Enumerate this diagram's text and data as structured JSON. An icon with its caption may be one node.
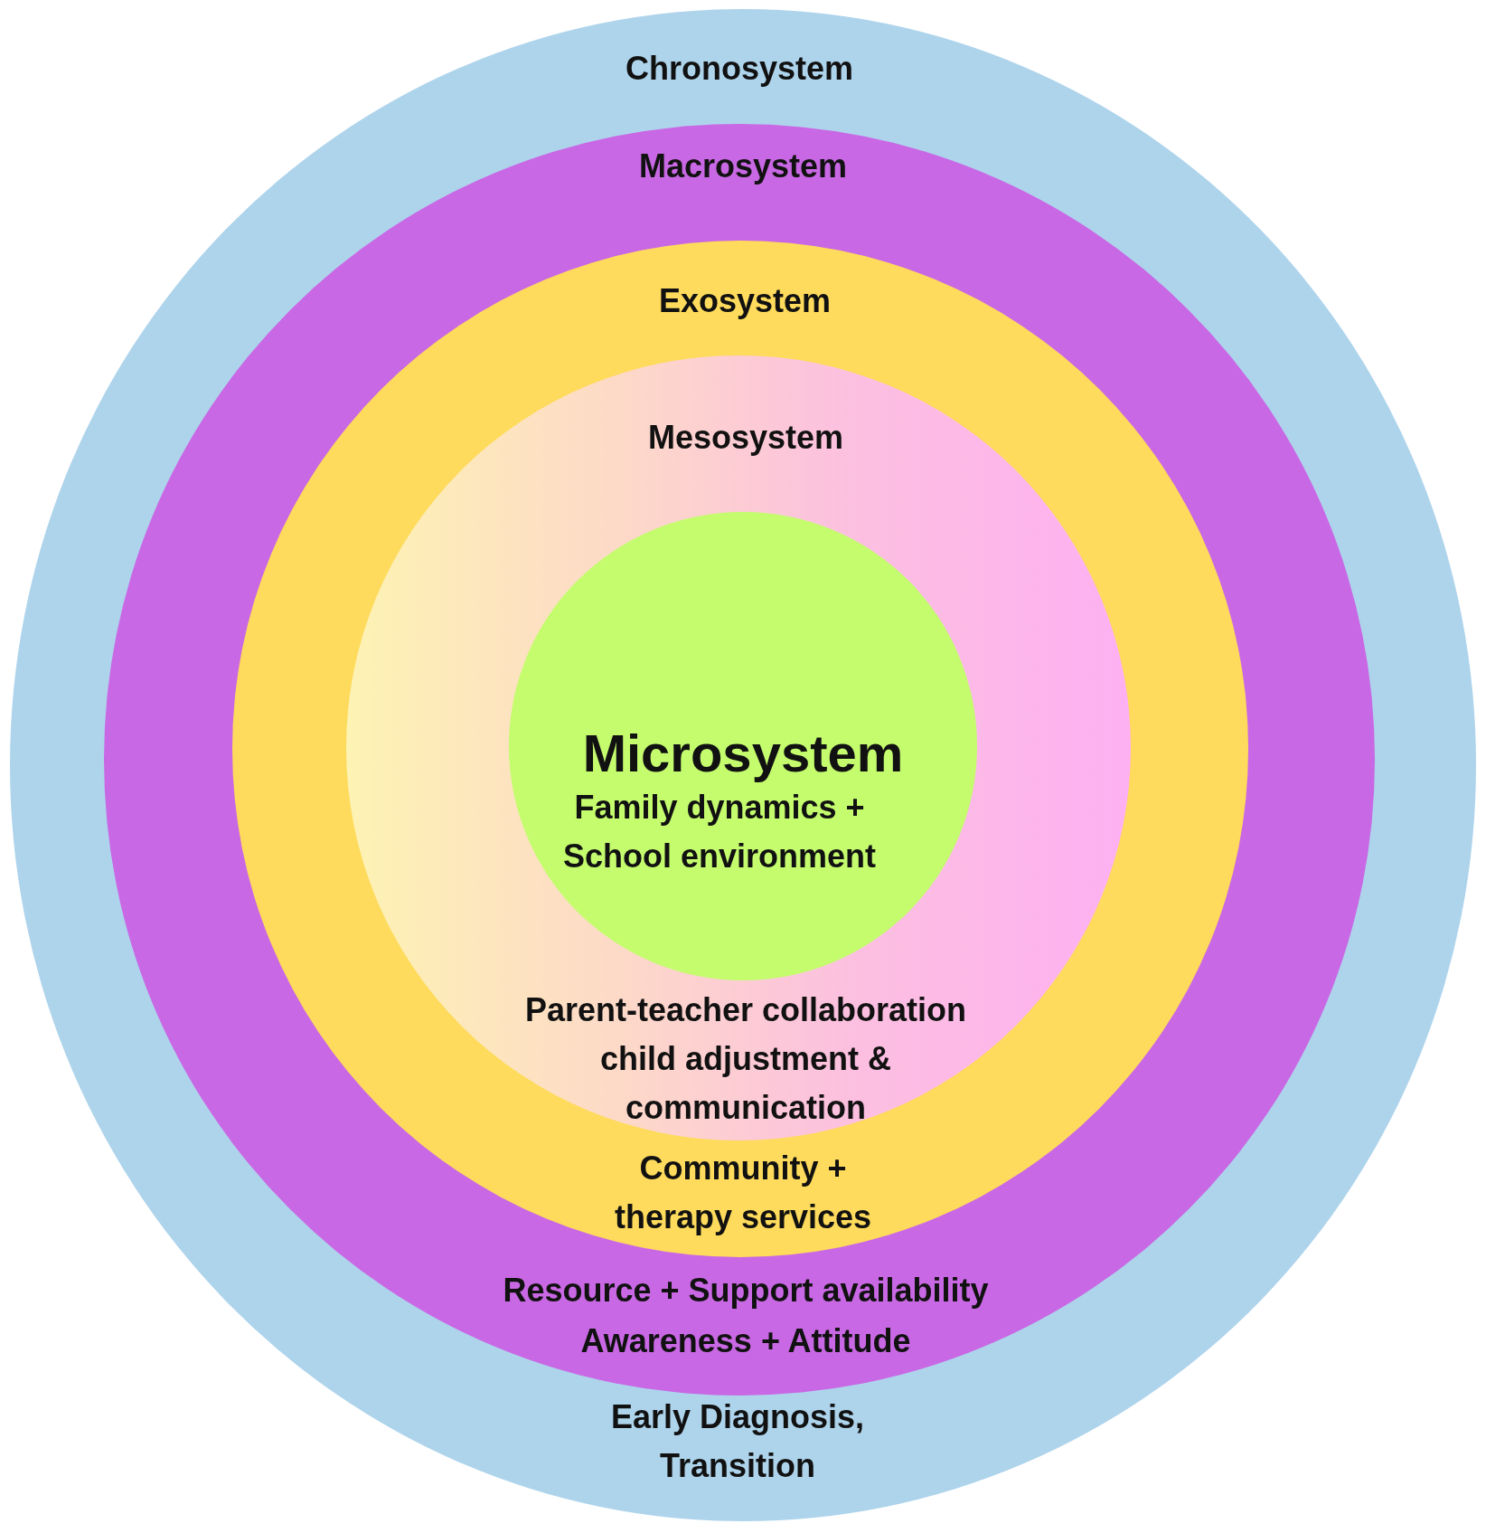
{
  "diagram": {
    "nodes": [
      {
        "text": [
          "Chronosystem",
          "Early Diagnosis, Transition"
        ]
      },
      {
        "text": [
          "Macrosystem",
          "Resource + Support availability",
          "Awareness + Attitude"
        ],
        "in": 0
      },
      {
        "text": [
          "Exosystem",
          "Community + therapy services"
        ],
        "in": 1
      },
      {
        "text": [
          "Mesosystem",
          "Parent-teacher collaboration child adjustment & communication"
        ],
        "in": 2
      },
      {
        "text": [
          "Microsystem",
          "Family dynamics + School environment"
        ],
        "in": 3
      }
    ],
    "edges": []
  }
}
